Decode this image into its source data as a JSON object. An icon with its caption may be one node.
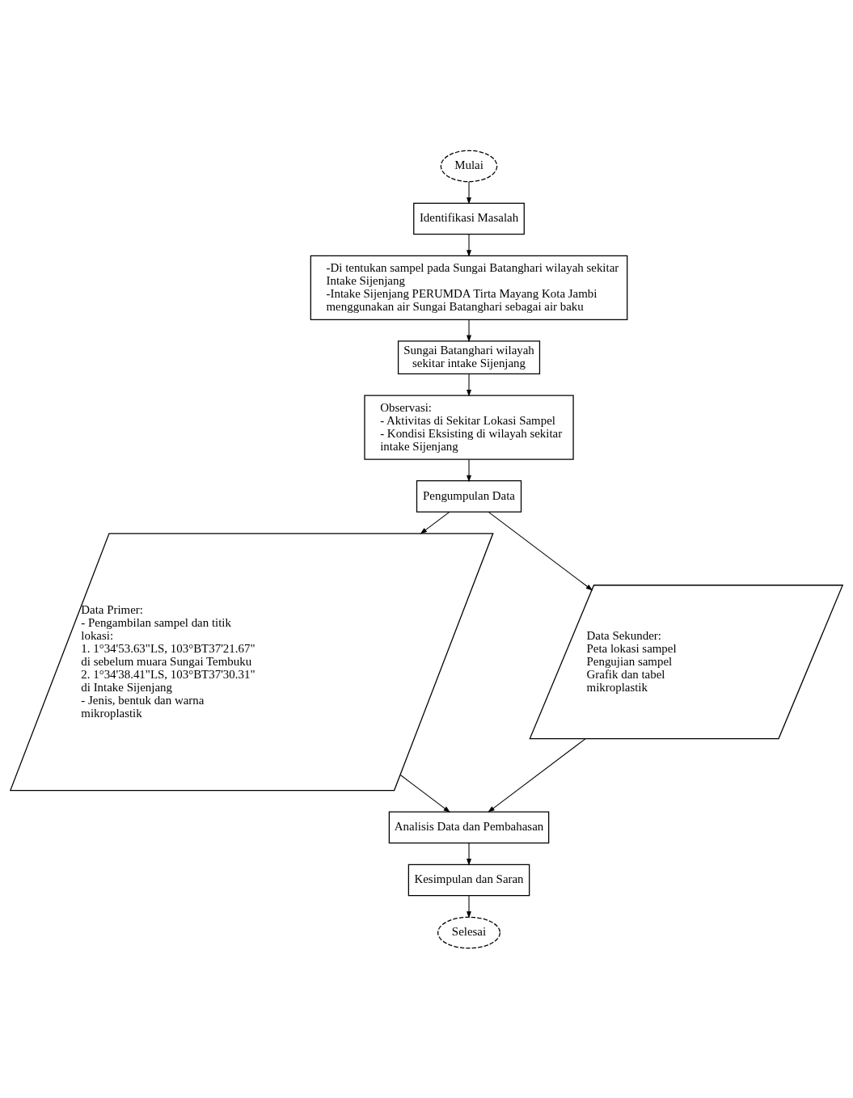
{
  "diagram": {
    "nodes": [
      {
        "text": [
          "Mulai"
        ]
      },
      {
        "text": [
          "Identifikasi Masalah"
        ]
      },
      {
        "text": [
          "-Di tentukan sampel pada Sungai Batanghari wilayah sekitar Intake Sijenjang",
          "-Intake Sijenjang PERUMDA Tirta Mayang Kota Jambi menggunakan air Sungai Batanghari sebagai air baku"
        ]
      },
      {
        "text": [
          "Sungai Batanghari wilayah sekitar intake Sijenjang"
        ]
      },
      {
        "text": [
          "Observasi:",
          "- Aktivitas di Sekitar Lokasi Sampel",
          "- Kondisi Eksisting di wilayah sekitar intake Sijenjang"
        ]
      },
      {
        "text": [
          "Pengumpulan Data"
        ]
      },
      {
        "text": [
          "Data Primer:",
          "- Pengambilan sampel dan titik lokasi:",
          "1. 1°34'53.63\"LS, 103°BT37'21.67\" di sebelum muara Sungai Tembuku",
          "2. 1°34'38.41\"LS, 103°BT37'30.31\" di Intake Sijenjang",
          "- Jenis, bentuk dan warna mikroplastik"
        ]
      },
      {
        "text": [
          "Data Sekunder:",
          "Peta lokasi sampel",
          "Pengujian sampel",
          "Grafik dan tabel mikroplastik"
        ]
      },
      {
        "text": [
          "Analisis Data dan Pembahasan"
        ]
      },
      {
        "text": [
          "Kesimpulan dan Saran"
        ]
      },
      {
        "text": [
          "Selesai"
        ]
      }
    ],
    "edges": [
      {
        "from": 0,
        "to": 1,
        "arrow": "to"
      },
      {
        "from": 1,
        "to": 2,
        "arrow": "to"
      },
      {
        "from": 2,
        "to": 3,
        "arrow": "to"
      },
      {
        "from": 3,
        "to": 4,
        "arrow": "to"
      },
      {
        "from": 4,
        "to": 5,
        "arrow": "to"
      },
      {
        "from": 5,
        "to": 6,
        "arrow": "to"
      },
      {
        "from": 5,
        "to": 7,
        "arrow": "to"
      },
      {
        "from": 6,
        "to": 8,
        "arrow": "to"
      },
      {
        "from": 7,
        "to": 8,
        "arrow": "to"
      },
      {
        "from": 8,
        "to": 9,
        "arrow": "to"
      },
      {
        "from": 9,
        "to": 10,
        "arrow": "to"
      }
    ]
  }
}
